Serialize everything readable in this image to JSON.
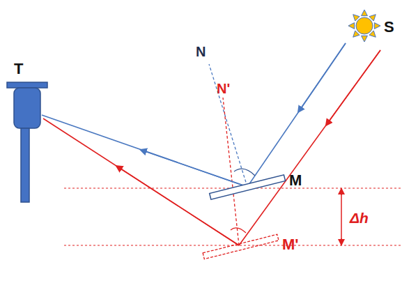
{
  "diagram": {
    "labels": [
      "T",
      "N",
      "S",
      "N'",
      "M",
      "Δh",
      "M'"
    ]
  }
}
